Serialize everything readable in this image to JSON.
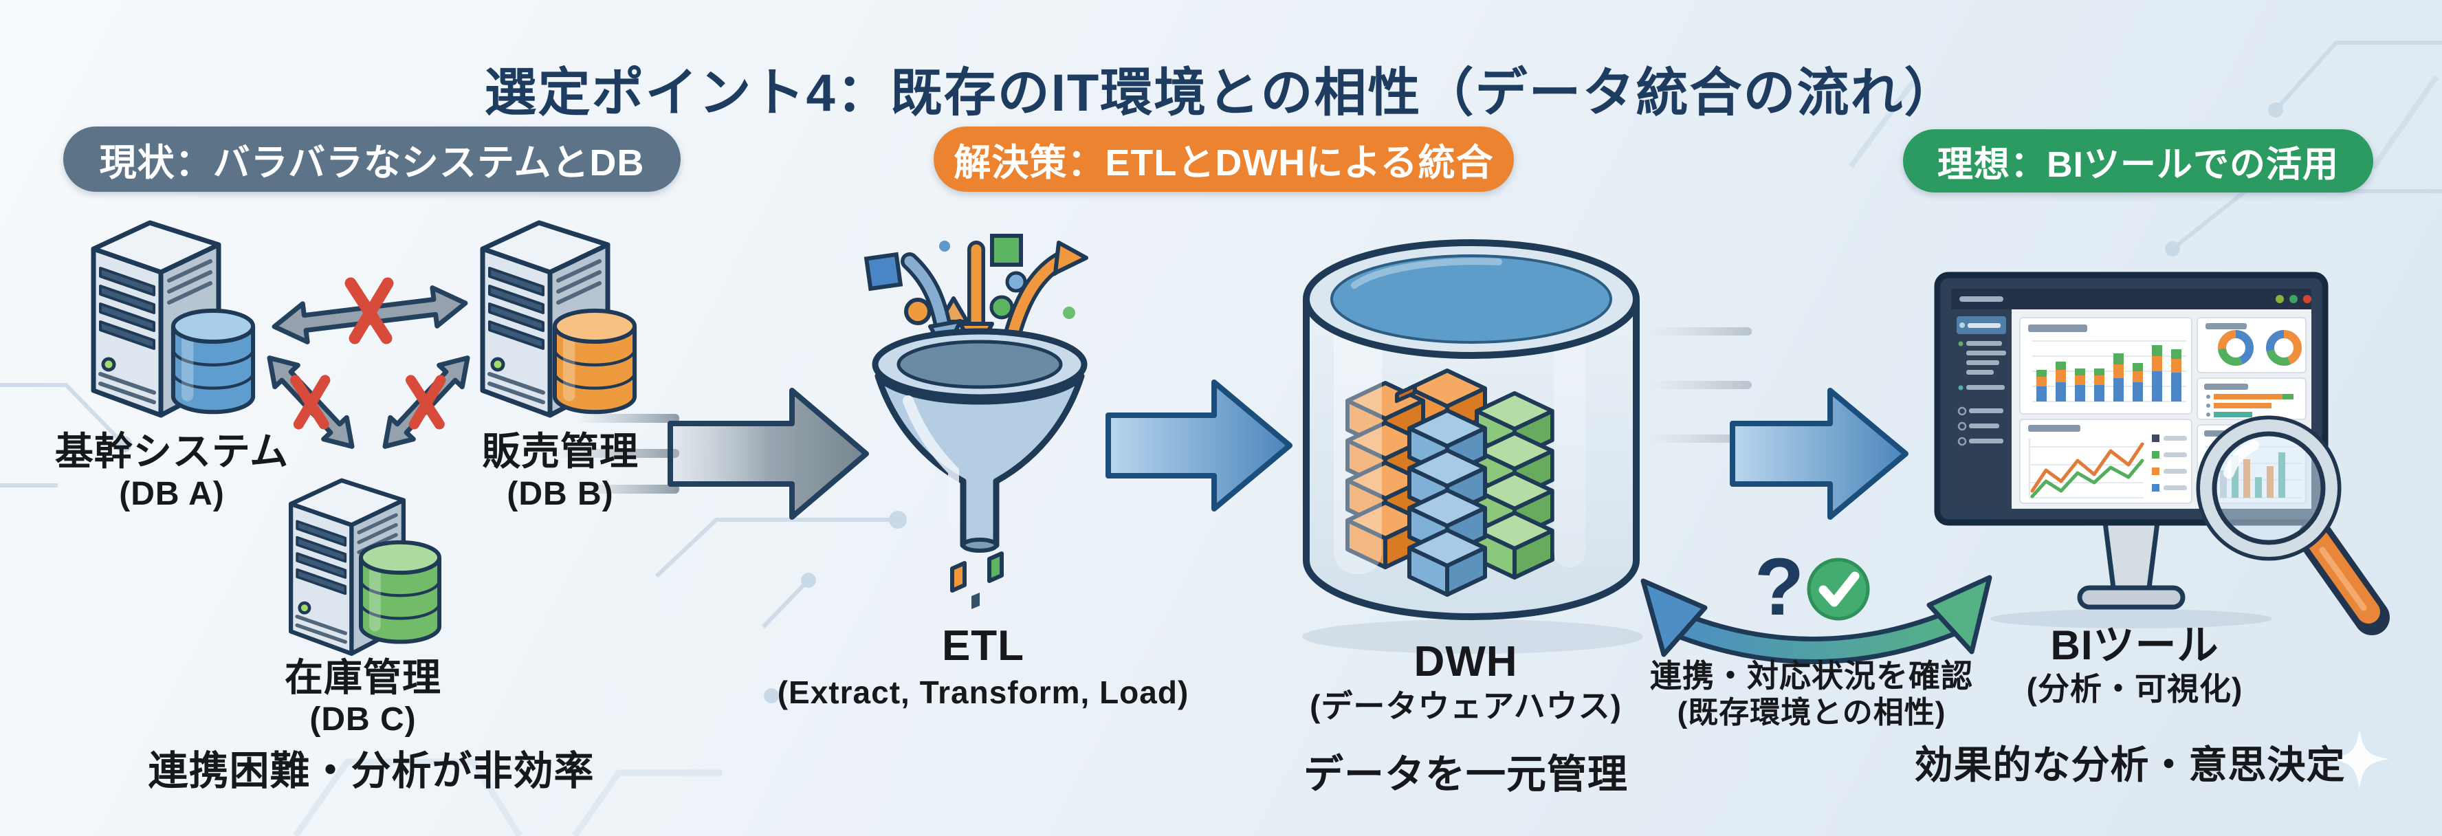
{
  "title": "選定ポイント4：既存のIT環境との相性（データ統合の流れ）",
  "badges": [
    {
      "id": "current",
      "label": "現状：バラバラなシステムとDB",
      "color": "#5d7488"
    },
    {
      "id": "solution",
      "label": "解決策：ETLとDWHによる統合",
      "color": "#ec8330"
    },
    {
      "id": "ideal",
      "label": "理想：BIツールでの活用",
      "color": "#2c9b61"
    }
  ],
  "systems": [
    {
      "name": "基幹システム",
      "db": "(DB A)",
      "db_color": "#5f9dce"
    },
    {
      "name": "販売管理",
      "db": "(DB B)",
      "db_color": "#ee9a3e"
    },
    {
      "name": "在庫管理",
      "db": "(DB C)",
      "db_color": "#72bc69"
    }
  ],
  "left_caption": "連携困難・分析が非効率",
  "etl": {
    "name": "ETL",
    "sub": "(Extract, Transform, Load)"
  },
  "dwh": {
    "name": "DWH",
    "sub": "(データウェアハウス)",
    "caption": "データを一元管理"
  },
  "bi": {
    "name": "BIツール",
    "sub": "(分析・可視化)",
    "caption": "効果的な分析・意思決定"
  },
  "compat": {
    "question": "?",
    "line1": "連携・対応状況を確認",
    "line2": "(既存環境との相性)"
  },
  "icons": {
    "question_mark": "?",
    "check": "✓",
    "blocked_x": "✕",
    "sparkle": "✦"
  },
  "colors": {
    "navy_outline": "#1e3a56",
    "title_navy": "#1d3c5f",
    "badge_slate": "#5d7488",
    "badge_orange": "#ec8330",
    "badge_green": "#2c9b61",
    "red_x": "#d84a3a",
    "flow_blue": "#4c86bb",
    "flow_gray": "#8a97a3",
    "arc_blue": "#4d8fc4",
    "arc_green": "#55b185"
  },
  "bi_dashboard": {
    "panels": [
      "stacked-bar-chart",
      "donut-charts",
      "horizontal-bar-chart",
      "line-chart",
      "mini-bar-chart"
    ]
  }
}
